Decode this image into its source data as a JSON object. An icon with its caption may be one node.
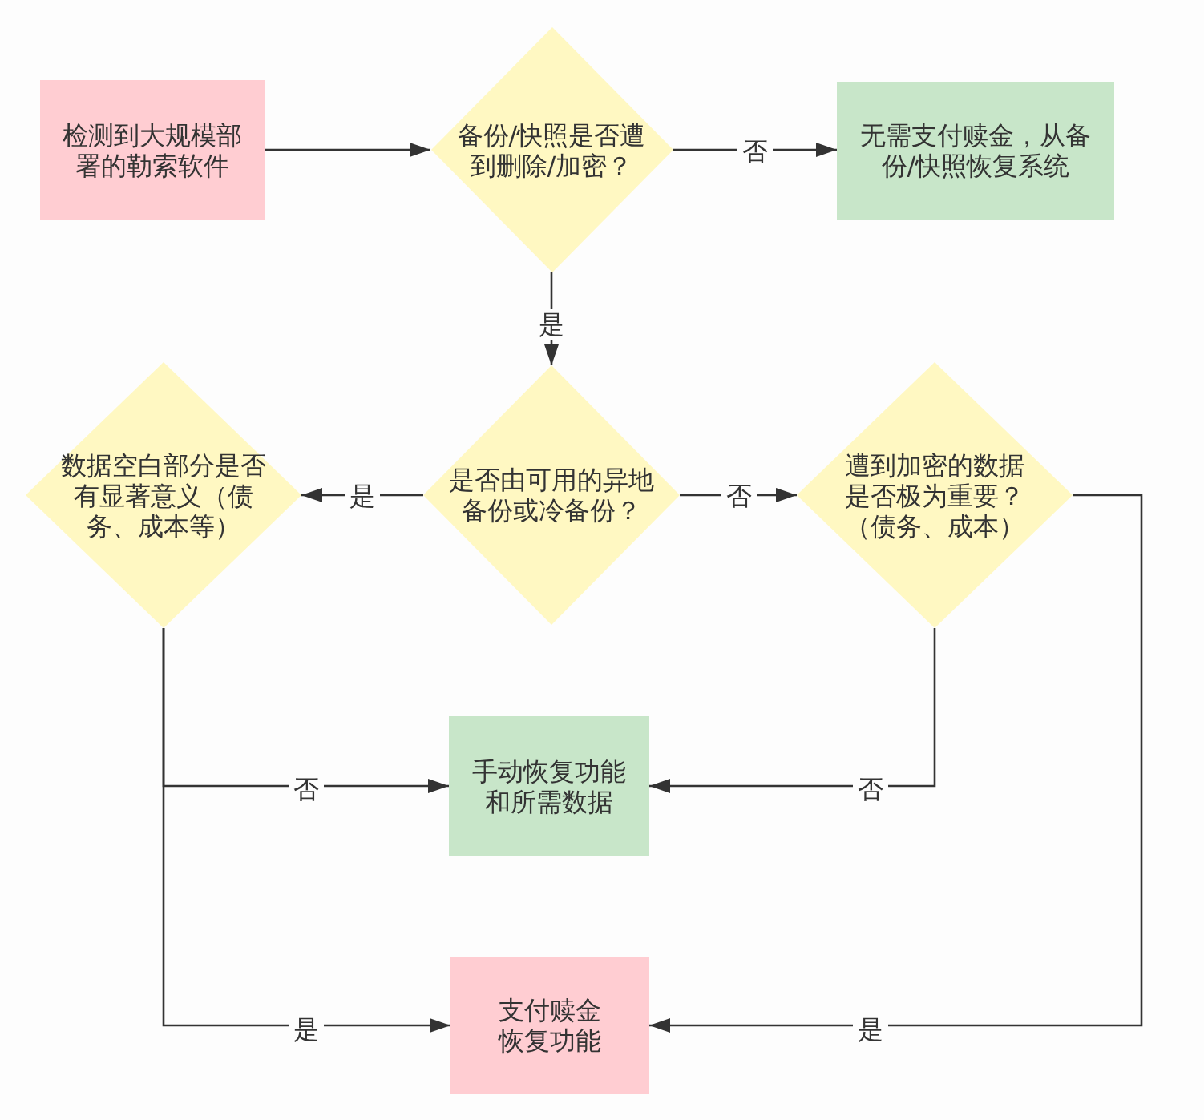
{
  "diagram": {
    "nodes": [
      {
        "text": [
          "检测到大规模部署的勒索软件"
        ]
      },
      {
        "text": [
          "备份/快照是否遭到删除/加密？"
        ]
      },
      {
        "text": [
          "无需支付赎金，从备份/快照恢复系统"
        ]
      },
      {
        "text": [
          "数据空白部分是否有显著意义（债务、成本等）"
        ]
      },
      {
        "text": [
          "是否由可用的异地备份或冷备份？"
        ]
      },
      {
        "text": [
          "遭到加密的数据是否极为重要？（债务、成本）"
        ]
      },
      {
        "text": [
          "手动恢复功能和所需数据"
        ]
      },
      {
        "text": [
          "支付赎金恢复功能"
        ]
      }
    ],
    "edges": [
      {
        "from": 0,
        "to": 1,
        "arrow": "to"
      },
      {
        "from": 1,
        "to": 2,
        "arrow": "to",
        "label": "否"
      },
      {
        "from": 1,
        "to": 4,
        "arrow": "to",
        "label": "是"
      },
      {
        "from": 4,
        "to": 3,
        "arrow": "to",
        "label": "是"
      },
      {
        "from": 4,
        "to": 5,
        "arrow": "to",
        "label": "否"
      },
      {
        "from": 3,
        "to": 6,
        "arrow": "to",
        "label": "否"
      },
      {
        "from": 3,
        "to": 7,
        "arrow": "to",
        "label": "是"
      },
      {
        "from": 5,
        "to": 6,
        "arrow": "to",
        "label": "否"
      },
      {
        "from": 5,
        "to": 7,
        "arrow": "to",
        "label": "是"
      }
    ]
  }
}
